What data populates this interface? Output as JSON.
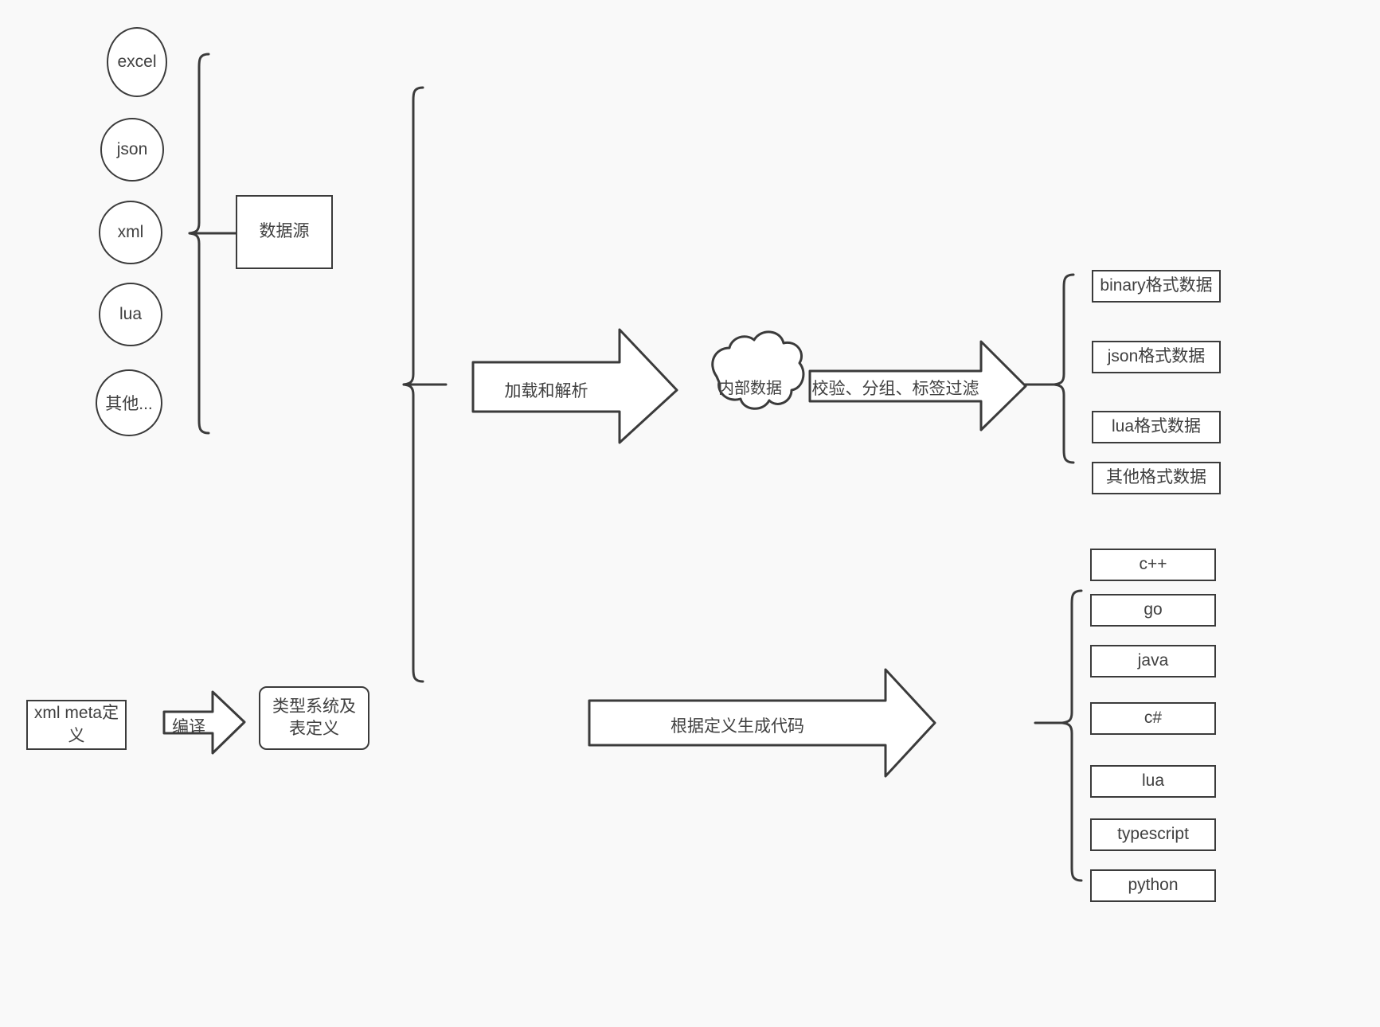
{
  "page": {
    "background_color": "#f9f9f9",
    "stroke_color": "#3b3b3b",
    "fill_color": "#ffffff",
    "text_color": "#404040"
  },
  "sources": {
    "group_label": "数据源",
    "items": [
      {
        "label": "excel"
      },
      {
        "label": "json"
      },
      {
        "label": "xml"
      },
      {
        "label": "lua"
      },
      {
        "label": "其他..."
      }
    ]
  },
  "meta": {
    "input_label": "xml meta定义",
    "compile_arrow_label": "编译",
    "output_label": "类型系统及表定义"
  },
  "pipeline": {
    "load_arrow_label": "加载和解析",
    "cloud_label": "内部数据",
    "filter_arrow_label": "校验、分组、标签过滤",
    "codegen_arrow_label": "根据定义生成代码"
  },
  "outputs": {
    "formats": [
      {
        "label": "binary格式数据"
      },
      {
        "label": "json格式数据"
      },
      {
        "label": "lua格式数据"
      },
      {
        "label": "其他格式数据"
      }
    ],
    "languages": [
      {
        "label": "c++"
      },
      {
        "label": "go"
      },
      {
        "label": "java"
      },
      {
        "label": "c#"
      },
      {
        "label": "lua"
      },
      {
        "label": "typescript"
      },
      {
        "label": "python"
      }
    ]
  }
}
